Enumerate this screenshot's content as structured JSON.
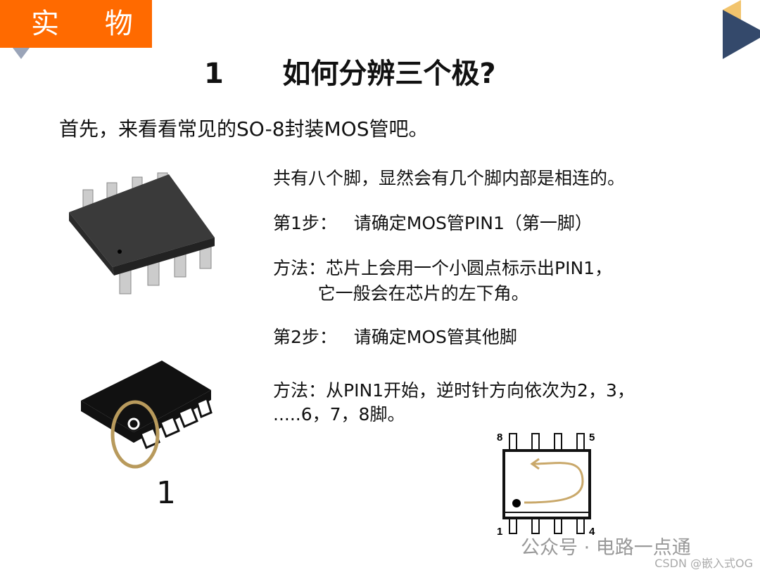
{
  "tag": "实 物",
  "title": "1      如何分辨三个极?",
  "subtitle": "首先，来看看常见的SO-8封装MOS管吧。",
  "paragraphs": [
    "共有八个脚，显然会有几个脚内部是相连的。",
    "第1步：   请确定MOS管PIN1（第一脚）",
    "方法：芯片上会用一个小圆点标示出PIN1，",
    "        它一般会在芯片的左下角。",
    "第2步：   请确定MOS管其他脚",
    "方法：从PIN1开始，逆时针方向依次为2，3，",
    ".....6，7，8脚。"
  ],
  "pin1_label": "1",
  "diagram": {
    "pin8": "8",
    "pin5": "5",
    "pin1": "1",
    "pin4": "4"
  },
  "watermark": "公众号 · 电路一点通",
  "watermark2": "CSDN @嵌入式OG"
}
